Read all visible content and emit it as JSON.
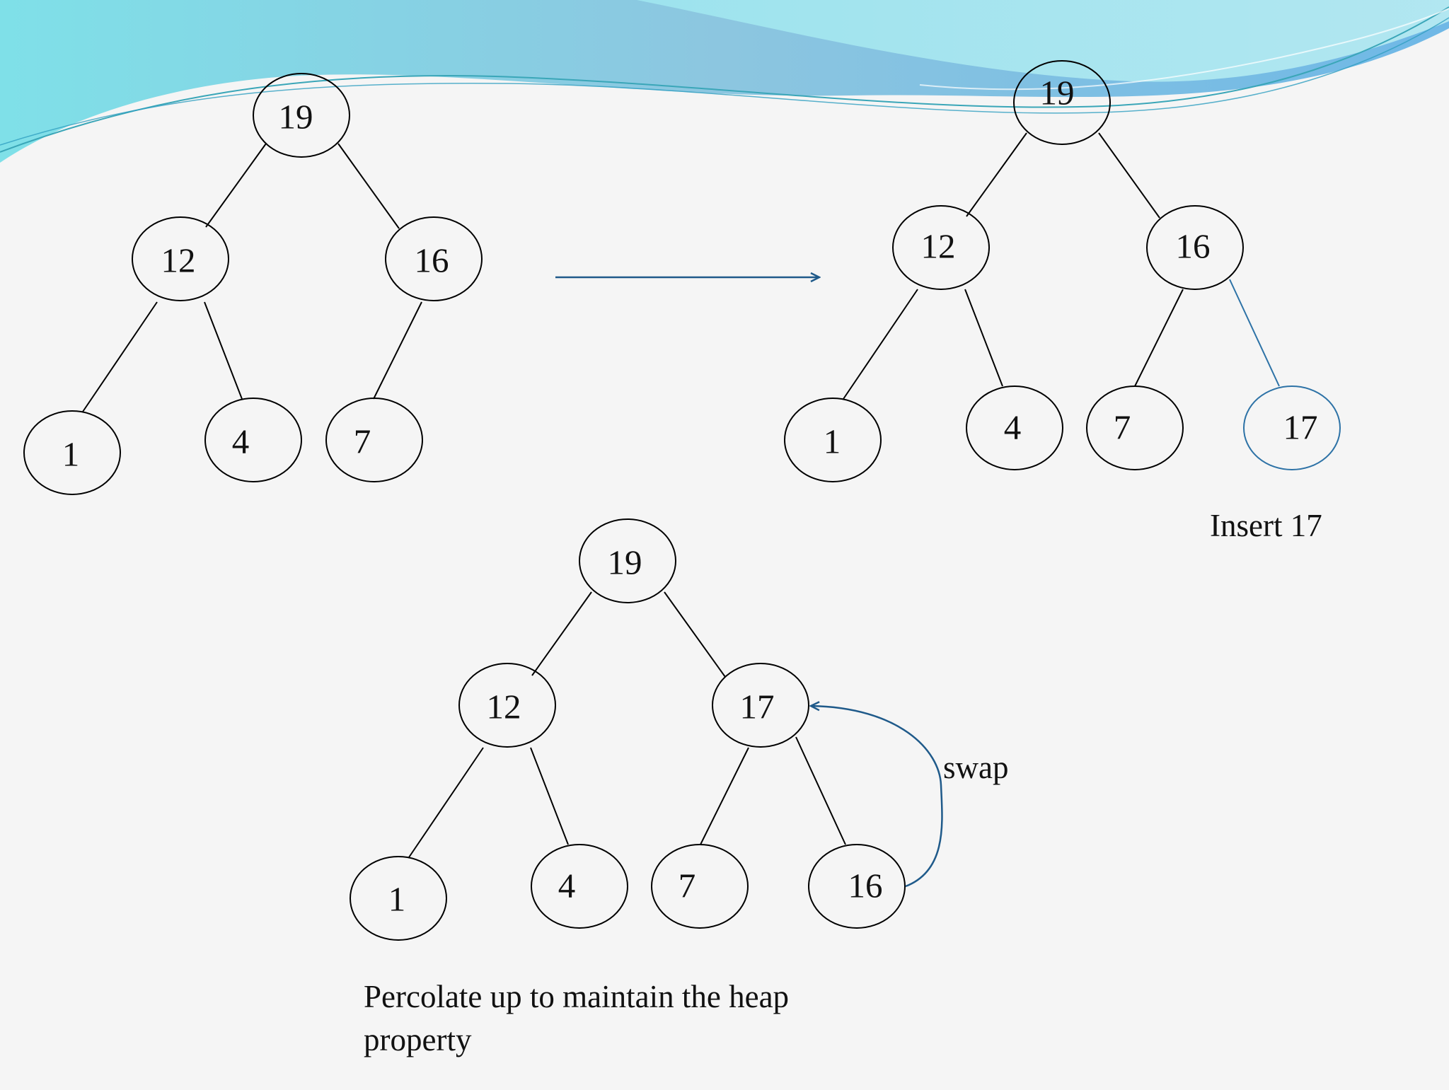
{
  "colors": {
    "background": "#f5f5f5",
    "node_stroke": "#000000",
    "highlight": "#2d72a6",
    "arrow": "#1f5a8a",
    "wave_light": "#7fd8e6",
    "wave_dark": "#5aa9d6"
  },
  "diagram": {
    "tree_before": {
      "nodes": {
        "n19": "19",
        "n12": "12",
        "n16": "16",
        "n1": "1",
        "n4": "4",
        "n7": "7"
      }
    },
    "tree_insert": {
      "nodes": {
        "n19": "19",
        "n12": "12",
        "n16": "16",
        "n1": "1",
        "n4": "4",
        "n7": "7",
        "n17": "17"
      },
      "caption": "Insert 17"
    },
    "tree_after": {
      "nodes": {
        "n19": "19",
        "n12": "12",
        "n17": "17",
        "n1": "1",
        "n4": "4",
        "n7": "7",
        "n16": "16"
      },
      "swap_label": "swap",
      "caption_line1": "Percolate up to maintain the heap",
      "caption_line2": "property"
    }
  }
}
